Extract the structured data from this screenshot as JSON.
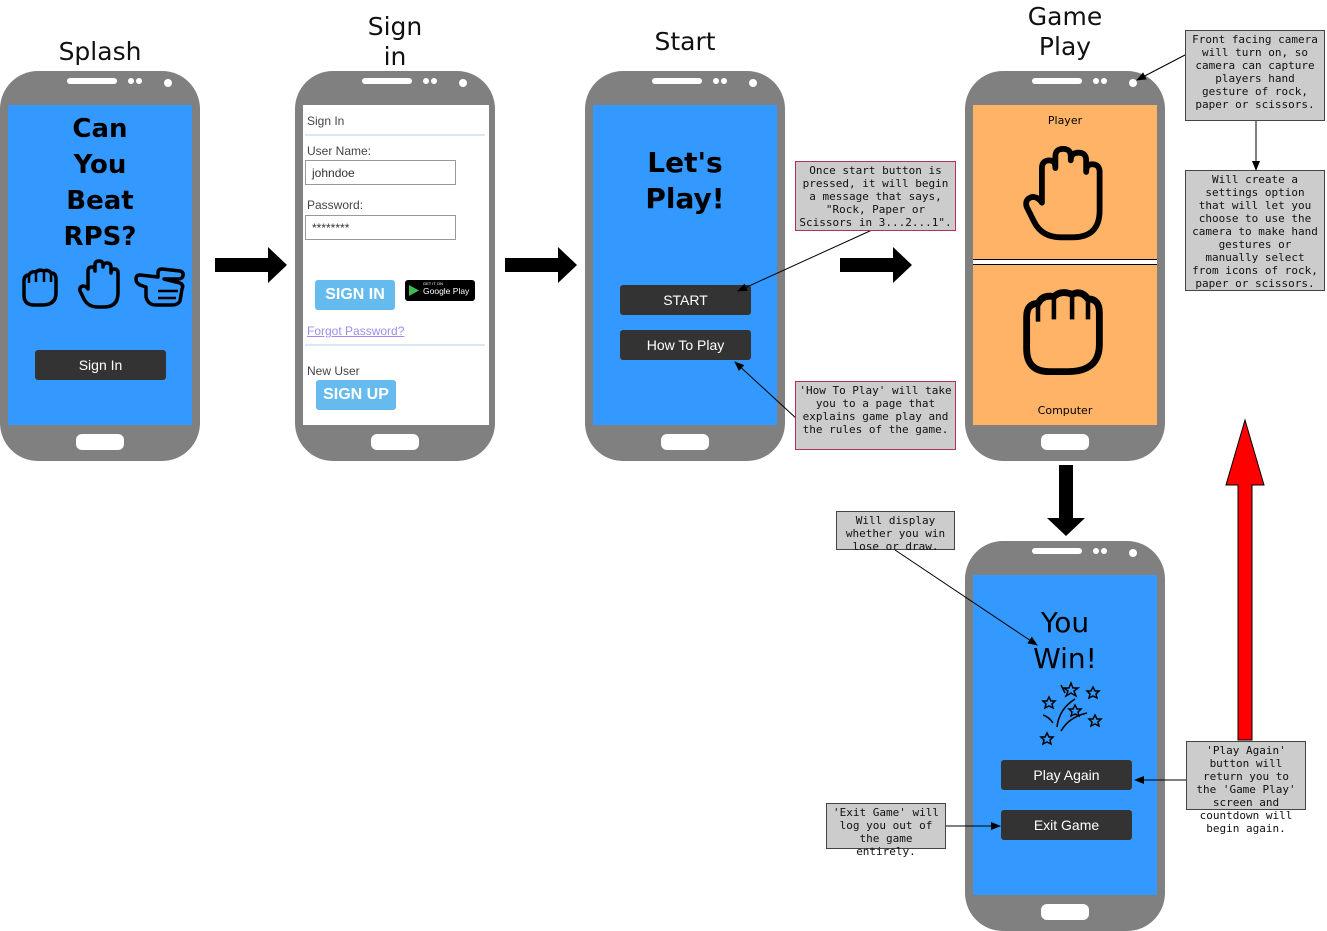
{
  "titles": {
    "splash": "Splash",
    "sign_in_1": "Sign",
    "sign_in_2": "in",
    "start": "Start",
    "game_play_1": "Game",
    "game_play_2": "Play"
  },
  "splash_screen": {
    "headline": [
      "Can",
      "You",
      "Beat",
      "RPS?"
    ],
    "sign_in_button": "Sign In",
    "icons": [
      "fist-icon",
      "open-hand-icon",
      "scissors-hand-icon"
    ],
    "background": "#3399ff"
  },
  "sign_in_screen": {
    "header": "Sign In",
    "username_label": "User Name:",
    "username_value": "johndoe",
    "password_label": "Password:",
    "password_value": "********",
    "sign_in_button": "SIGN IN",
    "google_play_small": "GET IT ON",
    "google_play": "Google Play",
    "forgot_password": "Forgot Password?",
    "new_user_label": "New User",
    "sign_up_button": "SIGN UP"
  },
  "start_screen": {
    "headline": [
      "Let's",
      "Play!"
    ],
    "start_button": "START",
    "how_to_play_button": "How To Play"
  },
  "game_play_screen": {
    "player_label": "Player",
    "computer_label": "Computer",
    "panel_color": "#ffb366"
  },
  "result_screen": {
    "headline": [
      "You",
      "Win!"
    ],
    "play_again_button": "Play Again",
    "exit_game_button": "Exit Game"
  },
  "notes": {
    "start_note": "Once start button is pressed, it will begin a message that says, \"Rock, Paper or Scissors in 3...2...1\".",
    "how_to_play_note": "'How To Play' will take you to a page that explains game play and the rules of the game.",
    "camera_note": "Front facing camera will turn on, so camera can capture players hand gesture of rock, paper or scissors.",
    "settings_note": "Will create a settings option that will let you choose to use the camera to make hand gestures or manually select from icons of rock, paper or scissors.",
    "result_note": "Will display whether you win lose or draw.",
    "play_again_note": "'Play Again' button will return you to the 'Game Play' screen and countdown will begin again.",
    "exit_note": "'Exit Game' will log you out of the game entirely."
  },
  "colors": {
    "phone_body": "#808080",
    "screen_blue": "#3399ff",
    "button_dark": "#333333",
    "return_arrow": "#ff0000"
  }
}
